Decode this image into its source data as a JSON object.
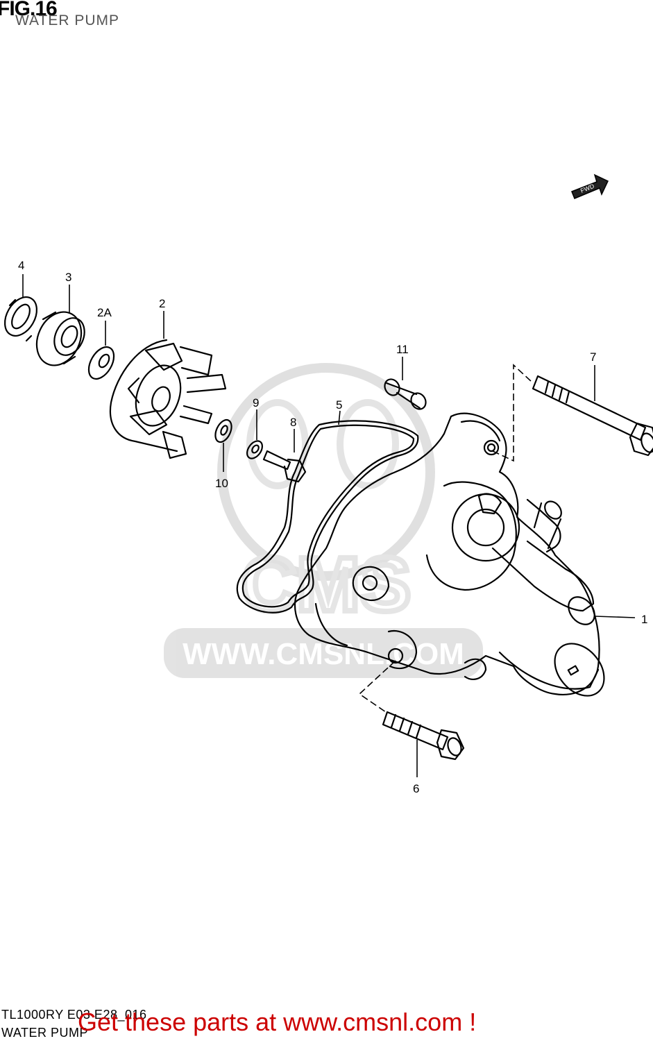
{
  "header": {
    "fig_label": "FIG.16",
    "title": "WATER PUMP"
  },
  "watermark": {
    "text": "WWW.CMSNL.COM",
    "logo_letters": "CMS"
  },
  "fwd_label": "FWD",
  "parts": [
    {
      "id": "p1",
      "label": "1"
    },
    {
      "id": "p2",
      "label": "2"
    },
    {
      "id": "p2a",
      "label": "2A"
    },
    {
      "id": "p3",
      "label": "3"
    },
    {
      "id": "p4",
      "label": "4"
    },
    {
      "id": "p5",
      "label": "5"
    },
    {
      "id": "p6",
      "label": "6"
    },
    {
      "id": "p7",
      "label": "7"
    },
    {
      "id": "p8",
      "label": "8"
    },
    {
      "id": "p9",
      "label": "9"
    },
    {
      "id": "p10",
      "label": "10"
    },
    {
      "id": "p11",
      "label": "11"
    }
  ],
  "footer": {
    "model_code": "TL1000RY E03 E28_016",
    "title": "WATER PUMP",
    "promo": "Get these parts at www.cmsnl.com !"
  }
}
